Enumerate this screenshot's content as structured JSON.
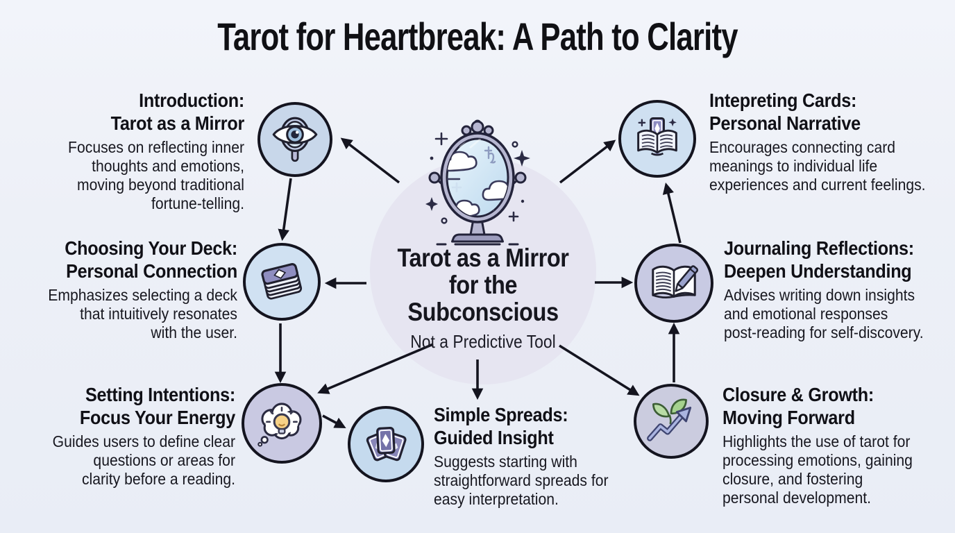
{
  "title": "Tarot for Heartbreak: A Path to Clarity",
  "center": {
    "icon": "standing-mirror-icon",
    "title": "Tarot as a Mirror\nfor the\nSubconscious",
    "subtitle": "Not a Predictive Tool"
  },
  "nodes": [
    {
      "id": "introduction",
      "icon": "eye-mirror-icon",
      "title": "Introduction:\nTarot as a Mirror",
      "description": "Focuses on reflecting inner\nthoughts and emotions,\nmoving beyond traditional\nfortune-telling."
    },
    {
      "id": "choosing-deck",
      "icon": "tarot-deck-icon",
      "title": "Choosing Your Deck:\nPersonal Connection",
      "description": "Emphasizes selecting a deck\nthat intuitively resonates\nwith the user."
    },
    {
      "id": "setting-intentions",
      "icon": "thought-lightbulb-icon",
      "title": "Setting Intentions:\nFocus Your Energy",
      "description": "Guides users to define clear\nquestions or areas for\nclarity before a reading."
    },
    {
      "id": "simple-spreads",
      "icon": "tarot-cards-icon",
      "title": "Simple Spreads:\nGuided Insight",
      "description": "Suggests starting with\nstraightforward spreads for\neasy interpretation."
    },
    {
      "id": "interpreting-cards",
      "icon": "book-card-icon",
      "title": "Intepreting Cards:\nPersonal Narrative",
      "description": "Encourages connecting card\nmeanings to individual life\nexperiences and current feelings."
    },
    {
      "id": "journaling-reflections",
      "icon": "journal-pen-icon",
      "title": "Journaling Reflections:\nDeepen Understanding",
      "description": "Advises writing down insights\nand emotional responses\npost-reading for self-discovery."
    },
    {
      "id": "closure-growth",
      "icon": "growth-arrow-icon",
      "title": "Closure & Growth:\nMoving Forward",
      "description": "Highlights the use of tarot for\nprocessing emotions, gaining\nclosure, and fostering\npersonal development."
    }
  ],
  "colors": {
    "background": "#edf0f7",
    "center_circle": "#e6e5f1",
    "blue_node": "#cde0f2",
    "purple_node": "#c9c9e2",
    "outline": "#14141f",
    "arrow": "#14141f",
    "bulb_yellow": "#f7d287",
    "leaf_green": "#b9dca6",
    "card_purple": "#8d8cc0"
  }
}
